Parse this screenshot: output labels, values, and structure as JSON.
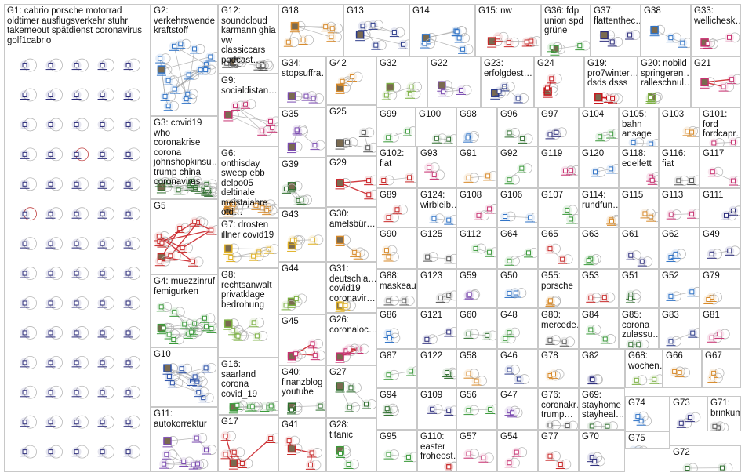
{
  "graph": {
    "edge_color": "#a0a0a0",
    "highlight_edge_color": "#c8181e",
    "groups": [
      {
        "id": "G1",
        "label": "G1: cabrio porsche motorrad oldtimer ausflugsverkehr stuhr takemeout spätdienst coronavirus golf1cabrio",
        "nodes": 70,
        "color": "#2b2b7a"
      },
      {
        "id": "G2",
        "label": "G2: verkehrswende kraftstoff",
        "nodes": 16,
        "color": "#2f73c7"
      },
      {
        "id": "G3",
        "label": "G3: covid19 who coronakrise corona johnshopkinsu… trump china coronavirus",
        "nodes": 14,
        "color": "#2f6f2f"
      },
      {
        "id": "G4",
        "label": "G4: muezzinruf femigurken",
        "nodes": 14,
        "color": "#3a9a3a"
      },
      {
        "id": "G5",
        "label": "G5",
        "nodes": 12,
        "color": "#c82828"
      },
      {
        "id": "G6",
        "label": "G6: onthisday sweep ebb delpo05 deltinale meistajahre otd…",
        "nodes": 10,
        "color": "#d88a2a"
      },
      {
        "id": "G7",
        "label": "G7: drosten illner covid19",
        "nodes": 5,
        "color": "#e0b020"
      },
      {
        "id": "G8",
        "label": "G8: rechtsanwalt privatklage bedrohung",
        "nodes": 6,
        "color": "#7ab040"
      },
      {
        "id": "G9",
        "label": "G9: socialdistan…",
        "nodes": 6,
        "color": "#c83070"
      },
      {
        "id": "G10",
        "label": "G10",
        "nodes": 10,
        "color": "#2a50a8"
      },
      {
        "id": "G11",
        "label": "G11: autokorrektur",
        "nodes": 8,
        "color": "#7a4ab0"
      },
      {
        "id": "G12",
        "label": "G12: soundcloud karmann ghia vw classiccars podcast…",
        "nodes": 6,
        "color": "#555555"
      },
      {
        "id": "G13",
        "label": "G13",
        "nodes": 6,
        "color": "#2a3a8a"
      },
      {
        "id": "G14",
        "label": "G14",
        "nodes": 6,
        "color": "#2f73c7"
      },
      {
        "id": "G15",
        "label": "G15: nw",
        "nodes": 5,
        "color": "#c82828"
      },
      {
        "id": "G16",
        "label": "G16: saarland corona covid_19",
        "nodes": 6,
        "color": "#3a9a3a"
      },
      {
        "id": "G17",
        "label": "G17",
        "nodes": 6,
        "color": "#c82828"
      },
      {
        "id": "G18",
        "label": "G18",
        "nodes": 6,
        "color": "#d88a2a"
      },
      {
        "id": "G19",
        "label": "G19: pro7winter… dsds dsss",
        "nodes": 3,
        "color": "#c8181e"
      },
      {
        "id": "G20",
        "label": "G20: nobild springeren… ralleschnul…",
        "nodes": 3,
        "color": "#7ab040"
      },
      {
        "id": "G21",
        "label": "G21",
        "nodes": 3,
        "color": "#c83070"
      },
      {
        "id": "G22",
        "label": "G22",
        "nodes": 3,
        "color": "#7a4ab0"
      },
      {
        "id": "G23",
        "label": "G23: erfolgdest…",
        "nodes": 4,
        "color": "#2a3a8a"
      },
      {
        "id": "G24",
        "label": "G24",
        "nodes": 3,
        "color": "#c8181e"
      },
      {
        "id": "G25",
        "label": "G25",
        "nodes": 4,
        "color": "#555555"
      },
      {
        "id": "G26",
        "label": "G26: coronaloc…",
        "nodes": 4,
        "color": "#c83070"
      },
      {
        "id": "G27",
        "label": "G27",
        "nodes": 4,
        "color": "#2f6f2f"
      },
      {
        "id": "G28",
        "label": "G28: titanic",
        "nodes": 3,
        "color": "#3a9a3a"
      },
      {
        "id": "G29",
        "label": "G29",
        "nodes": 3,
        "color": "#c8181e"
      },
      {
        "id": "G30",
        "label": "G30: amelsbür…",
        "nodes": 3,
        "color": "#d88a2a"
      },
      {
        "id": "G31",
        "label": "G31: deutschla… covid19 coronavir…",
        "nodes": 3,
        "color": "#e0b020"
      },
      {
        "id": "G32",
        "label": "G32",
        "nodes": 4,
        "color": "#7ab040"
      },
      {
        "id": "G33",
        "label": "G33: wellichesk…",
        "nodes": 3,
        "color": "#c83070"
      },
      {
        "id": "G34",
        "label": "G34: stopsuffra…",
        "nodes": 3,
        "color": "#7a4ab0"
      },
      {
        "id": "G35",
        "label": "G35",
        "nodes": 4,
        "color": "#7a4ab0"
      },
      {
        "id": "G36",
        "label": "G36: fdp union spd grüne",
        "nodes": 3,
        "color": "#3a9a3a"
      },
      {
        "id": "G37",
        "label": "G37: flattenthec…",
        "nodes": 3,
        "color": "#2b2b7a"
      },
      {
        "id": "G38",
        "label": "G38",
        "nodes": 3,
        "color": "#2f73c7"
      },
      {
        "id": "G39",
        "label": "G39",
        "nodes": 4,
        "color": "#2f6f2f"
      },
      {
        "id": "G40",
        "label": "G40: finanzblog youtube",
        "nodes": 3,
        "color": "#2f6f2f"
      },
      {
        "id": "G41",
        "label": "G41",
        "nodes": 4,
        "color": "#c82828"
      },
      {
        "id": "G42",
        "label": "G42",
        "nodes": 3,
        "color": "#d88a2a"
      },
      {
        "id": "G43",
        "label": "G43",
        "nodes": 4,
        "color": "#e0b020"
      },
      {
        "id": "G44",
        "label": "G44",
        "nodes": 3,
        "color": "#7ab040"
      },
      {
        "id": "G45",
        "label": "G45",
        "nodes": 4,
        "color": "#c83070"
      },
      {
        "id": "G46",
        "label": "G46",
        "nodes": 2,
        "color": "#2a3a8a"
      },
      {
        "id": "G47",
        "label": "G47",
        "nodes": 2,
        "color": "#7a4ab0"
      },
      {
        "id": "G48",
        "label": "G48",
        "nodes": 2,
        "color": "#3a9a3a"
      },
      {
        "id": "G49",
        "label": "G49",
        "nodes": 2,
        "color": "#2b2b7a"
      },
      {
        "id": "G50",
        "label": "G50",
        "nodes": 2,
        "color": "#2f73c7"
      },
      {
        "id": "G51",
        "label": "G51",
        "nodes": 2,
        "color": "#2f6f2f"
      },
      {
        "id": "G52",
        "label": "G52",
        "nodes": 2,
        "color": "#2f73c7"
      },
      {
        "id": "G53",
        "label": "G53",
        "nodes": 2,
        "color": "#c82828"
      },
      {
        "id": "G54",
        "label": "G54",
        "nodes": 2,
        "color": "#c83070"
      },
      {
        "id": "G55",
        "label": "G55: porsche",
        "nodes": 2,
        "color": "#d88a2a"
      },
      {
        "id": "G56",
        "label": "G56",
        "nodes": 2,
        "color": "#3a9a3a"
      },
      {
        "id": "G57",
        "label": "G57",
        "nodes": 2,
        "color": "#c83070"
      },
      {
        "id": "G58",
        "label": "G58",
        "nodes": 2,
        "color": "#d88a2a"
      },
      {
        "id": "G59",
        "label": "G59",
        "nodes": 2,
        "color": "#7a4ab0"
      },
      {
        "id": "G60",
        "label": "G60",
        "nodes": 2,
        "color": "#2f6f2f"
      },
      {
        "id": "G61",
        "label": "G61",
        "nodes": 2,
        "color": "#2b2b7a"
      },
      {
        "id": "G62",
        "label": "G62",
        "nodes": 2,
        "color": "#2f73c7"
      },
      {
        "id": "G63",
        "label": "G63",
        "nodes": 2,
        "color": "#3a9a3a"
      },
      {
        "id": "G64",
        "label": "G64",
        "nodes": 2,
        "color": "#3a9a3a"
      },
      {
        "id": "G65",
        "label": "G65",
        "nodes": 2,
        "color": "#c82828"
      },
      {
        "id": "G66",
        "label": "G66",
        "nodes": 2,
        "color": "#d88a2a"
      },
      {
        "id": "G67",
        "label": "G67",
        "nodes": 2,
        "color": "#d88a2a"
      },
      {
        "id": "G68",
        "label": "G68: wochen…",
        "nodes": 2,
        "color": "#7ab040"
      },
      {
        "id": "G69",
        "label": "G69: stayhome stayheal…",
        "nodes": 2,
        "color": "#2f6f2f"
      },
      {
        "id": "G70",
        "label": "G70",
        "nodes": 2,
        "color": "#2b2b7a"
      },
      {
        "id": "G71",
        "label": "G71: brinkum",
        "nodes": 2,
        "color": "#555555"
      },
      {
        "id": "G72",
        "label": "G72",
        "nodes": 2,
        "color": "#2f6f2f"
      },
      {
        "id": "G73",
        "label": "G73",
        "nodes": 2,
        "color": "#2b2b7a"
      },
      {
        "id": "G74",
        "label": "G74",
        "nodes": 2,
        "color": "#2f73c7"
      },
      {
        "id": "G75",
        "label": "G75",
        "nodes": 2,
        "color": "#2f73c7"
      },
      {
        "id": "G76",
        "label": "G76: coronakr… trump…",
        "nodes": 2,
        "color": "#555555"
      },
      {
        "id": "G77",
        "label": "G77",
        "nodes": 2,
        "color": "#c82828"
      },
      {
        "id": "G78",
        "label": "G78",
        "nodes": 2,
        "color": "#d88a2a"
      },
      {
        "id": "G79",
        "label": "G79",
        "nodes": 2,
        "color": "#d88a2a"
      },
      {
        "id": "G80",
        "label": "G80: mercede…",
        "nodes": 2,
        "color": "#555555"
      },
      {
        "id": "G81",
        "label": "G81",
        "nodes": 2,
        "color": "#c83070"
      },
      {
        "id": "G82",
        "label": "G82",
        "nodes": 2,
        "color": "#2b2b7a"
      },
      {
        "id": "G83",
        "label": "G83",
        "nodes": 2,
        "color": "#2a3a8a"
      },
      {
        "id": "G84",
        "label": "G84",
        "nodes": 2,
        "color": "#3a9a3a"
      },
      {
        "id": "G85",
        "label": "G85: corona zulassu…",
        "nodes": 2,
        "color": "#2f6f2f"
      },
      {
        "id": "G86",
        "label": "G86",
        "nodes": 2,
        "color": "#2f73c7"
      },
      {
        "id": "G87",
        "label": "G87",
        "nodes": 2,
        "color": "#3a9a3a"
      },
      {
        "id": "G88",
        "label": "G88: maskeauf",
        "nodes": 2,
        "color": "#555555"
      },
      {
        "id": "G89",
        "label": "G89",
        "nodes": 2,
        "color": "#c82828"
      },
      {
        "id": "G90",
        "label": "G90",
        "nodes": 2,
        "color": "#d88a2a"
      },
      {
        "id": "G91",
        "label": "G91",
        "nodes": 2,
        "color": "#d88a2a"
      },
      {
        "id": "G92",
        "label": "G92",
        "nodes": 2,
        "color": "#3a9a3a"
      },
      {
        "id": "G93",
        "label": "G93",
        "nodes": 2,
        "color": "#c83070"
      },
      {
        "id": "G94",
        "label": "G94",
        "nodes": 2,
        "color": "#2f6f2f"
      },
      {
        "id": "G95",
        "label": "G95",
        "nodes": 2,
        "color": "#3a9a3a"
      },
      {
        "id": "G96",
        "label": "G96",
        "nodes": 2,
        "color": "#2f6f2f"
      },
      {
        "id": "G97",
        "label": "G97",
        "nodes": 2,
        "color": "#2b2b7a"
      },
      {
        "id": "G98",
        "label": "G98",
        "nodes": 2,
        "color": "#2f73c7"
      },
      {
        "id": "G99",
        "label": "G99",
        "nodes": 2,
        "color": "#3a9a3a"
      },
      {
        "id": "G100",
        "label": "G100",
        "nodes": 2,
        "color": "#2f6f2f"
      },
      {
        "id": "G101",
        "label": "G101: ford fordcapr…",
        "nodes": 2,
        "color": "#c83070"
      },
      {
        "id": "G102",
        "label": "G102: fiat",
        "nodes": 2,
        "color": "#c82828"
      },
      {
        "id": "G103",
        "label": "G103",
        "nodes": 2,
        "color": "#d88a2a"
      },
      {
        "id": "G104",
        "label": "G104",
        "nodes": 2,
        "color": "#3a9a3a"
      },
      {
        "id": "G105",
        "label": "G105: bahn ansage",
        "nodes": 2,
        "color": "#2f73c7"
      },
      {
        "id": "G106",
        "label": "G106",
        "nodes": 2,
        "color": "#2f73c7"
      },
      {
        "id": "G107",
        "label": "G107",
        "nodes": 2,
        "color": "#3a9a3a"
      },
      {
        "id": "G108",
        "label": "G108",
        "nodes": 2,
        "color": "#c83070"
      },
      {
        "id": "G109",
        "label": "G109",
        "nodes": 2,
        "color": "#2b2b7a"
      },
      {
        "id": "G110",
        "label": "G110: easter froheost…",
        "nodes": 2,
        "color": "#c82828"
      },
      {
        "id": "G111",
        "label": "G111",
        "nodes": 2,
        "color": "#2b2b7a"
      },
      {
        "id": "G112",
        "label": "G112",
        "nodes": 2,
        "color": "#3a9a3a"
      },
      {
        "id": "G113",
        "label": "G113",
        "nodes": 2,
        "color": "#c83070"
      },
      {
        "id": "G114",
        "label": "G114: rundfun…",
        "nodes": 2,
        "color": "#d88a2a"
      },
      {
        "id": "G115",
        "label": "G115",
        "nodes": 2,
        "color": "#d88a2a"
      },
      {
        "id": "G116",
        "label": "G116: fiat",
        "nodes": 2,
        "color": "#555555"
      },
      {
        "id": "G117",
        "label": "G117",
        "nodes": 2,
        "color": "#c83070"
      },
      {
        "id": "G118",
        "label": "G118: edelfett",
        "nodes": 2,
        "color": "#c83070"
      },
      {
        "id": "G119",
        "label": "G119",
        "nodes": 2,
        "color": "#c83070"
      },
      {
        "id": "G120",
        "label": "G120",
        "nodes": 2,
        "color": "#2f73c7"
      },
      {
        "id": "G121",
        "label": "G121",
        "nodes": 2,
        "color": "#2b2b7a"
      },
      {
        "id": "G122",
        "label": "G122",
        "nodes": 2,
        "color": "#2f6f2f"
      },
      {
        "id": "G123",
        "label": "G123",
        "nodes": 2,
        "color": "#555555"
      },
      {
        "id": "G124",
        "label": "G124: wirbleib…",
        "nodes": 2,
        "color": "#2f73c7"
      },
      {
        "id": "G125",
        "label": "G125",
        "nodes": 2,
        "color": "#555555"
      }
    ]
  }
}
